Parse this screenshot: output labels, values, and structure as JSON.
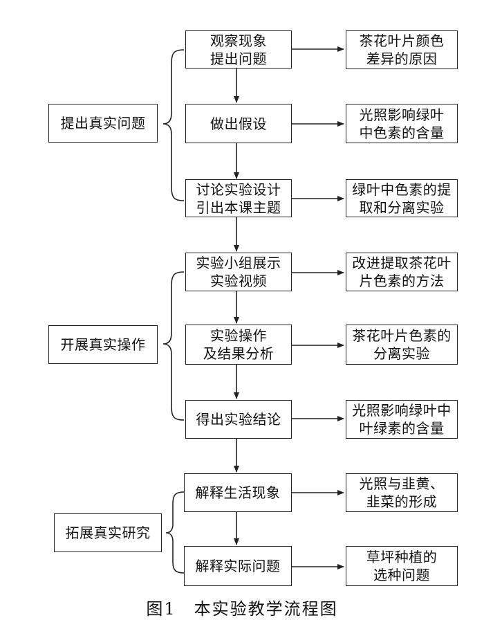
{
  "stages": [
    {
      "label": "提出真实问题"
    },
    {
      "label": "开展真实操作"
    },
    {
      "label": "拓展真实研究"
    }
  ],
  "steps": [
    {
      "label": "观察现象\n提出问题",
      "result": "茶花叶片颜色\n差异的原因"
    },
    {
      "label": "做出假设",
      "result": "光照影响绿叶\n中色素的含量"
    },
    {
      "label": "讨论实验设计\n引出本课主题",
      "result": "绿叶中色素的提\n取和分离实验"
    },
    {
      "label": "实验小组展示\n实验视频",
      "result": "改进提取茶花叶\n片色素的方法"
    },
    {
      "label": "实验操作\n及结果分析",
      "result": "茶花叶片色素的\n分离实验"
    },
    {
      "label": "得出实验结论",
      "result": "光照影响绿叶中\n叶绿素的含量"
    },
    {
      "label": "解释生活现象",
      "result": "光照与韭黄、\n韭菜的形成"
    },
    {
      "label": "解释实际问题",
      "result": "草坪种植的\n选种问题"
    }
  ],
  "caption": "图1　本实验教学流程图",
  "colors": {
    "line": "#222222",
    "text": "#111111",
    "background": "#ffffff"
  }
}
